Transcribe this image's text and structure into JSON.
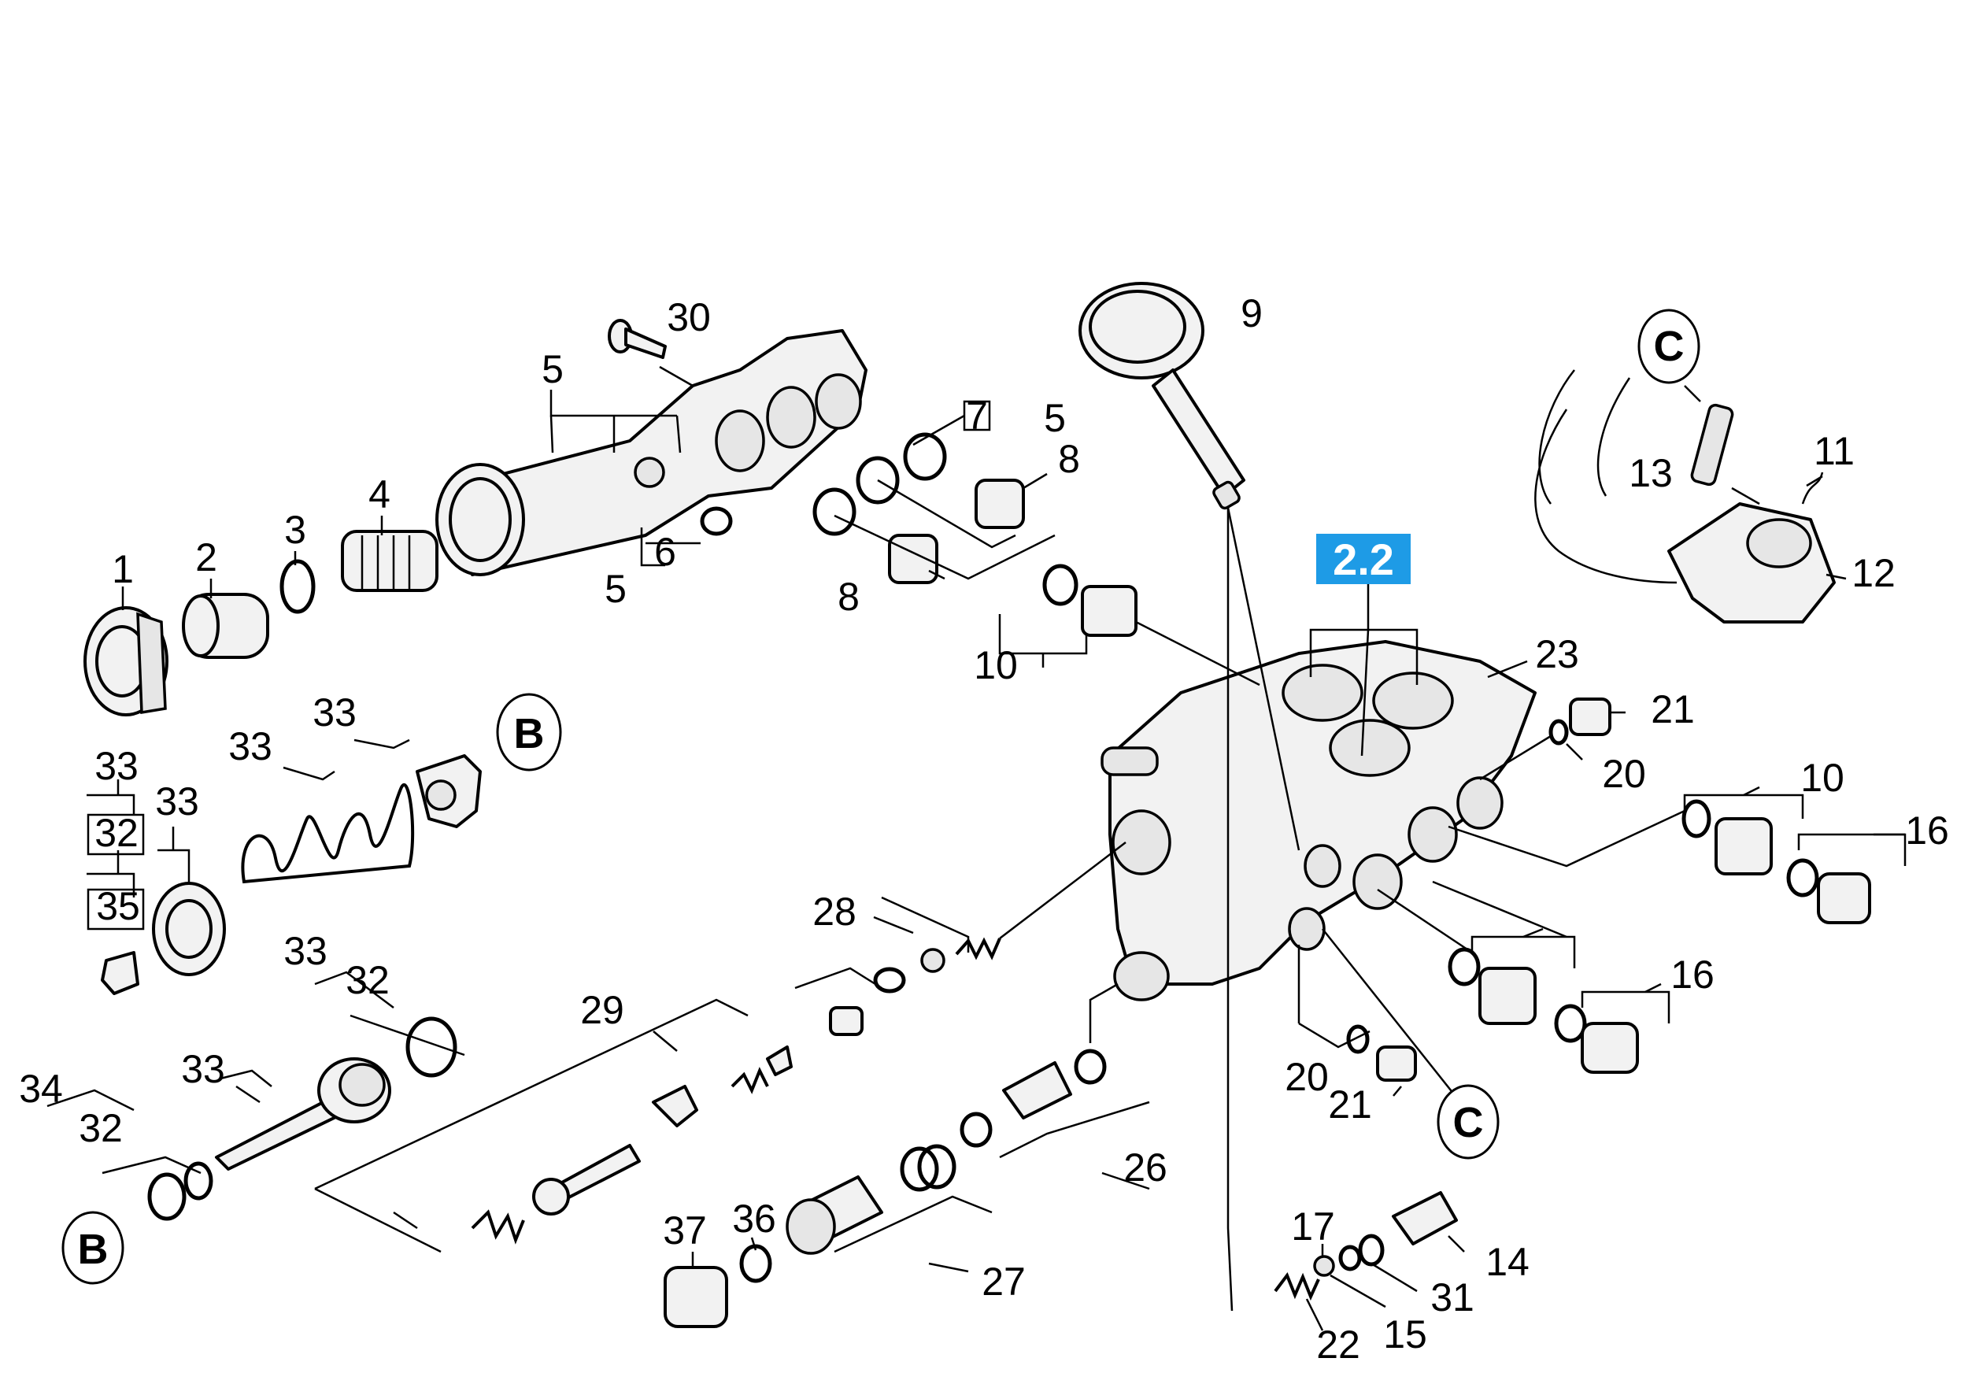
{
  "highlight": {
    "label": "2.2",
    "color": "#1e9be6"
  },
  "callouts": [
    "1",
    "2",
    "3",
    "4",
    "5",
    "5",
    "5",
    "6",
    "7",
    "8",
    "8",
    "9",
    "10",
    "10",
    "11",
    "12",
    "13",
    "14",
    "15",
    "16",
    "16",
    "17",
    "20",
    "20",
    "21",
    "21",
    "22",
    "23",
    "26",
    "27",
    "28",
    "29",
    "30",
    "31",
    "32",
    "32",
    "32",
    "33",
    "33",
    "33",
    "33",
    "33",
    "33",
    "34",
    "35",
    "36",
    "37"
  ],
  "reference_markers": {
    "b_top": "B",
    "b_bottom": "B",
    "c_top": "C",
    "c_bottom": "C"
  }
}
